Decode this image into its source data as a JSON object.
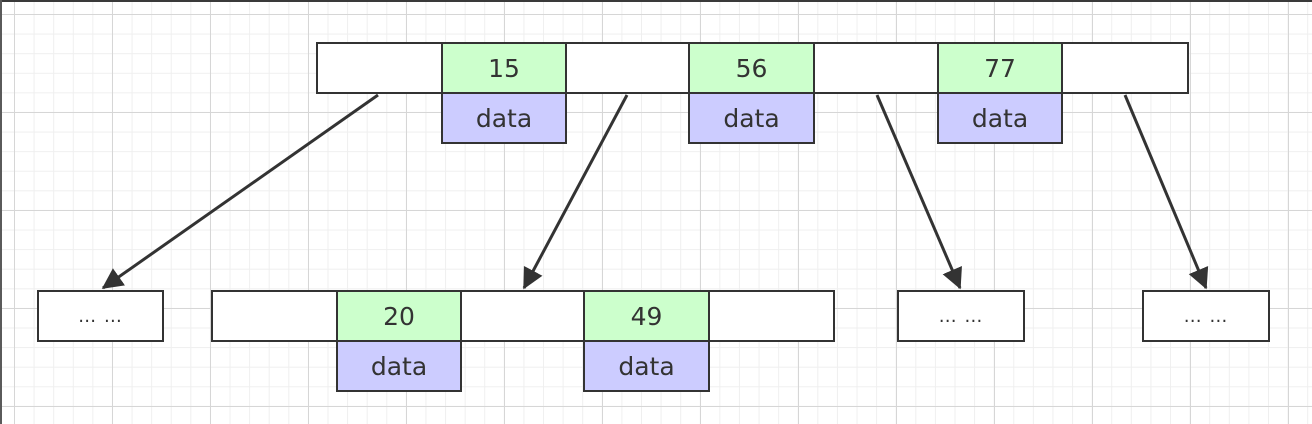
{
  "root": {
    "keys": [
      "15",
      "56",
      "77"
    ],
    "values": [
      "data",
      "data",
      "data"
    ]
  },
  "children": [
    {
      "placeholder": "… …"
    },
    {
      "keys": [
        "20",
        "49"
      ],
      "values": [
        "data",
        "data"
      ]
    },
    {
      "placeholder": "… …"
    },
    {
      "placeholder": "… …"
    }
  ],
  "colors": {
    "key_fill": "#ccffcc",
    "data_fill": "#ccccff",
    "stroke": "#333333"
  }
}
